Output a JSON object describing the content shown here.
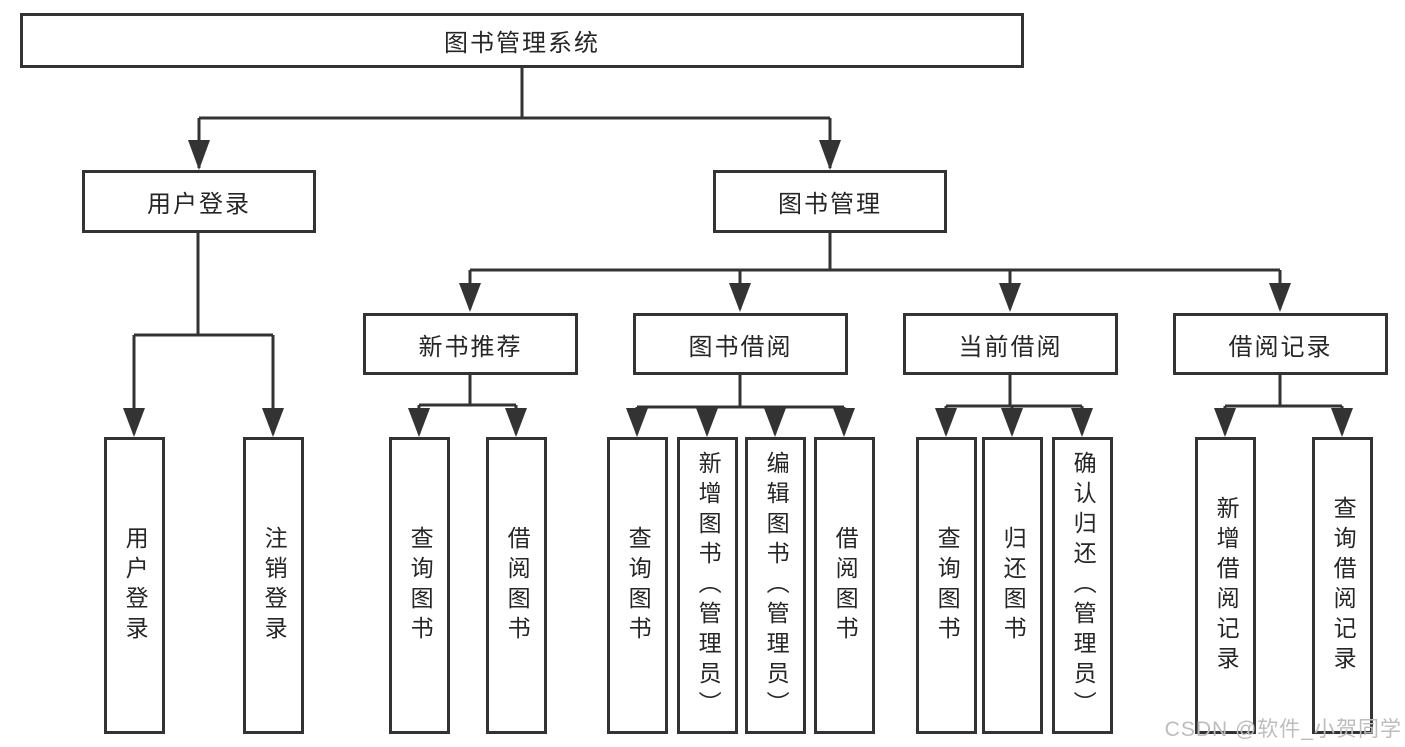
{
  "nodes": {
    "root": "图书管理系统",
    "user_login": "用户登录",
    "book_management": "图书管理",
    "new_book_recommend": "新书推荐",
    "book_borrow": "图书借阅",
    "current_borrow": "当前借阅",
    "borrow_record": "借阅记录",
    "leaf_user_login": "用户登录",
    "leaf_logout": "注销登录",
    "leaf_query_book_recommend": "查询图书",
    "leaf_borrow_book_recommend": "借阅图书",
    "leaf_query_book_borrow": "查询图书",
    "leaf_add_book_admin": "新增图书（管理员）",
    "leaf_edit_book_admin": "编辑图书（管理员）",
    "leaf_borrow_book_borrow": "借阅图书",
    "leaf_query_book_current": "查询图书",
    "leaf_return_book": "归还图书",
    "leaf_confirm_return_admin": "确认归还（管理员）",
    "leaf_add_borrow_record": "新增借阅记录",
    "leaf_query_borrow_record": "查询借阅记录"
  },
  "colors": {
    "line": "#333333",
    "text": "#262626",
    "watermark": "#bdbdbd",
    "background": "#ffffff"
  },
  "watermark": "CSDN @软件_小贺同学"
}
